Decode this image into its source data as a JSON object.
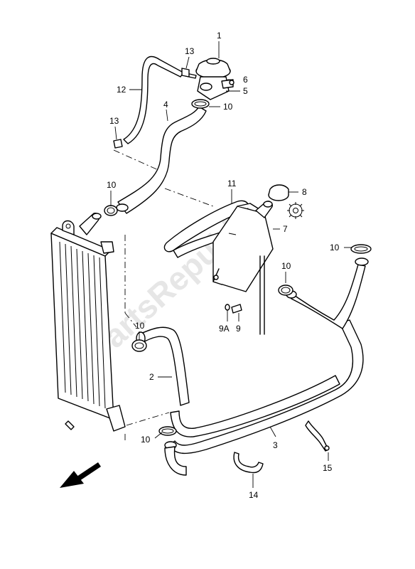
{
  "watermark": "PartsRepublik",
  "callouts": {
    "c1": "1",
    "c13a": "13",
    "c6": "6",
    "c12": "12",
    "c5": "5",
    "c10a": "10",
    "c4": "4",
    "c13b": "13",
    "c10b": "10",
    "c11": "11",
    "c8": "8",
    "c7": "7",
    "c10c": "10",
    "c10d": "10",
    "c9a": "9A",
    "c9": "9",
    "c10e": "10",
    "c2": "2",
    "c10f": "10",
    "c3": "3",
    "c15": "15",
    "c14": "14"
  },
  "icons": {
    "direction": "front-arrow-icon",
    "gear": "gear-icon"
  }
}
